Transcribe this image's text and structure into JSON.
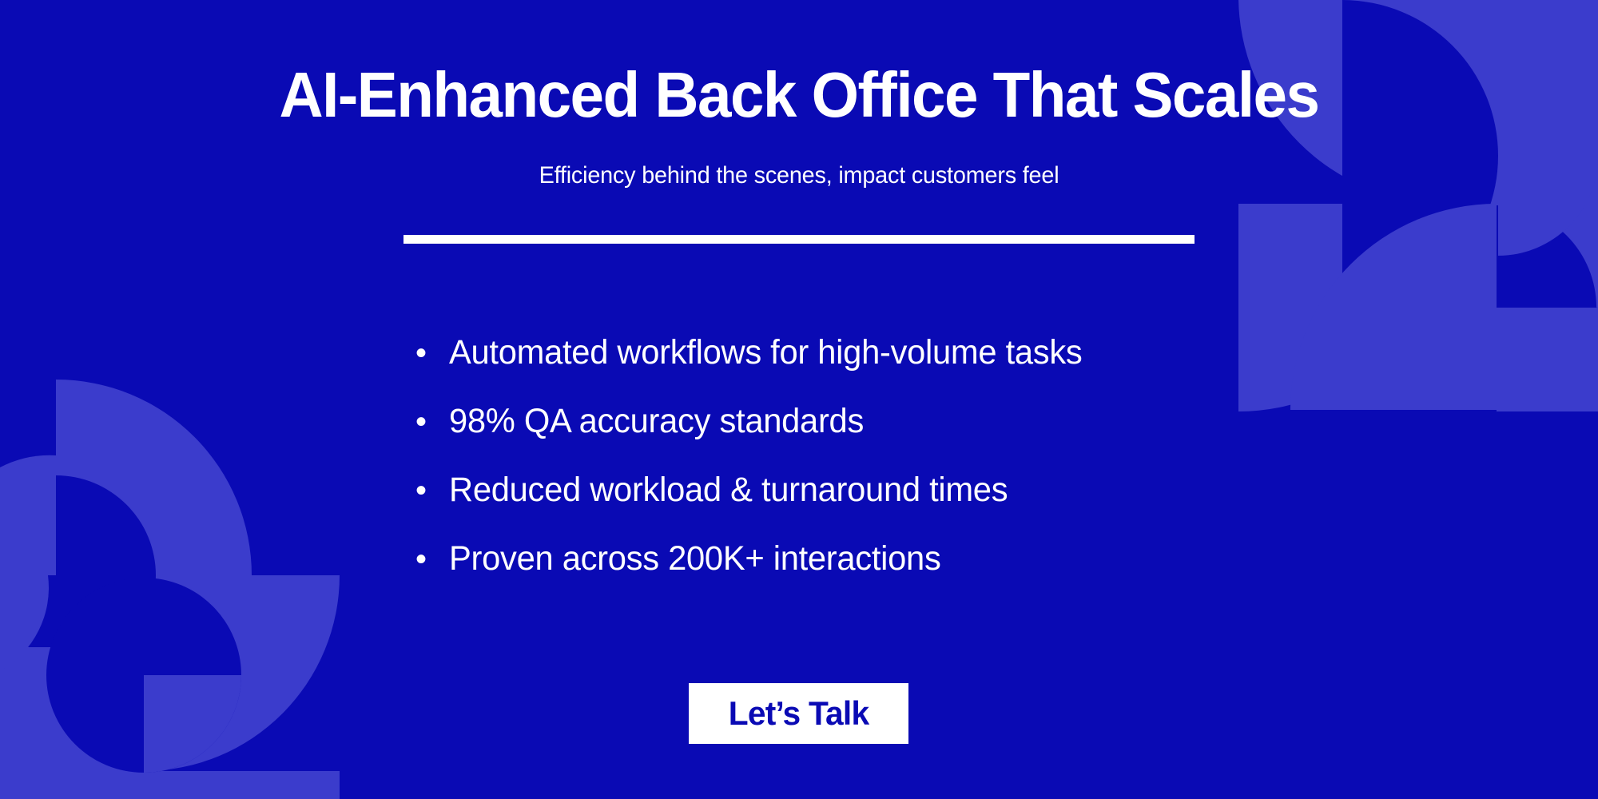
{
  "slide": {
    "background_color": "#0a0ab4",
    "accent_shape_color": "#3b3ccc",
    "text_color": "#ffffff",
    "title": "AI-Enhanced Back Office That Scales",
    "subtitle": "Efficiency behind the scenes, impact customers feel",
    "divider": "divider-rule"
  },
  "bullets": [
    {
      "marker": "•",
      "text": "Automated workflows for high-volume tasks"
    },
    {
      "marker": "•",
      "text": "98% QA accuracy standards"
    },
    {
      "marker": "•",
      "text": "Reduced workload & turnaround times"
    },
    {
      "marker": "•",
      "text": "Proven across 200K+ interactions"
    }
  ],
  "cta": {
    "label": "Let’s Talk",
    "background_color": "#ffffff",
    "text_color": "#0a0ab4"
  }
}
